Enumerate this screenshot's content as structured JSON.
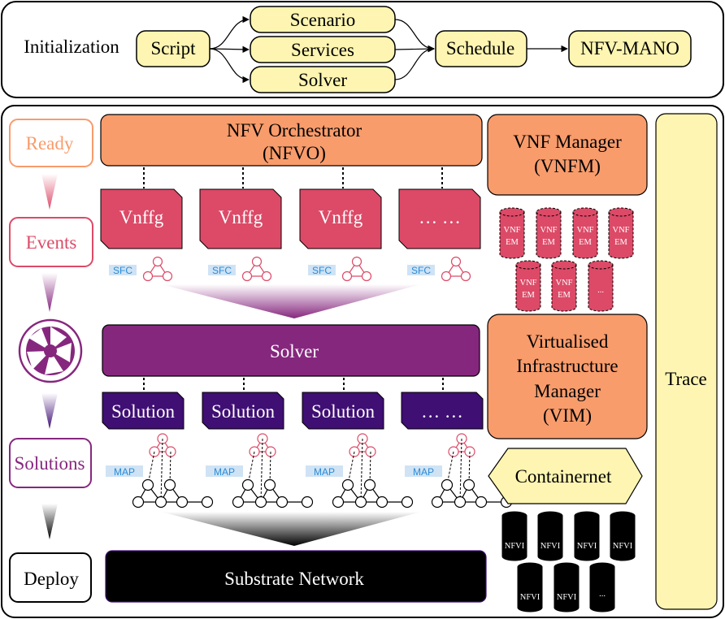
{
  "initialization": {
    "title": "Initialization",
    "script": "Script",
    "scenario": "Scenario",
    "services": "Services",
    "solver": "Solver",
    "schedule": "Schedule",
    "nfv_mano": "NFV-MANO"
  },
  "stages": {
    "ready": "Ready",
    "events": "Events",
    "solutions": "Solutions",
    "deploy": "Deploy"
  },
  "nfvo": {
    "line1": "NFV Orchestrator",
    "line2": "(NFVO)"
  },
  "vnffg_labels": [
    "Vnffg",
    "Vnffg",
    "Vnffg",
    "… …"
  ],
  "sfc_label": "SFC",
  "solver_label": "Solver",
  "solution_labels": [
    "Solution",
    "Solution",
    "Solution",
    "… …"
  ],
  "map_label": "MAP",
  "substrate_label": "Substrate Network",
  "vnfm": {
    "line1": "VNF Manager",
    "line2": "(VNFM)"
  },
  "vnf_em": {
    "top": "VNF",
    "bottom": "EM",
    "ellipsis": "..."
  },
  "vim": {
    "line1": "Virtualised",
    "line2": "Infrastructure",
    "line3": "Manager",
    "line4": "(VIM)"
  },
  "containernet": "Containernet",
  "nfvi": {
    "label": "NFVI",
    "ellipsis": "..."
  },
  "trace": "Trace",
  "colors": {
    "yellow": "#fdf5b1",
    "orange": "#f89c6c",
    "red": "#dc4a67",
    "purple": "#86277e",
    "dark_purple": "#3f0f74",
    "black": "#000000",
    "sfc_tag": "#cfe3f5",
    "sfc_text": "#2a8bd6"
  }
}
